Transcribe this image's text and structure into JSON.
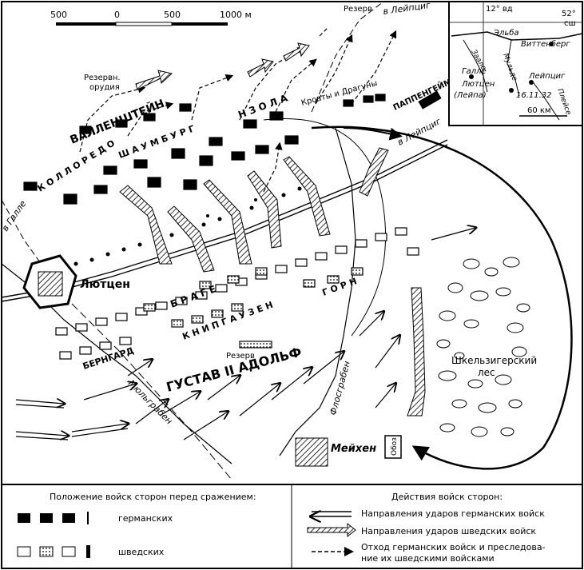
{
  "scale": {
    "ticks": [
      "500",
      "0",
      "500",
      "1000 м"
    ]
  },
  "places": {
    "lutzen": "Лютцен",
    "meichen": "Мейхен",
    "forest": "Шкельзигерский",
    "forest2": "лес",
    "obоz": "Обоз"
  },
  "roads": {
    "to_leipzig_top": "в  Лейпциг",
    "to_leipzig_right": "в Лейпциг",
    "to_halle": "в Галле"
  },
  "streams": {
    "muhlgraben": "Мюльграбен",
    "flossgraben": "Флосграбен"
  },
  "units": {
    "reserve_top": "Резерв",
    "reserve_guns_1": "Резервн.",
    "reserve_guns_2": "орудия",
    "wallenstein": "ВАЛЛЕНШТЕЙН",
    "piccolomini": "Н З О Л А",
    "kolloredo": "К О Л Л О Р Е Д О",
    "schaumburg": "Ш А У М Б У Р Г",
    "croats": "Кроаты  и  Драгуны",
    "pappenheim": "ПАППЕНГЕЙМ",
    "brage": "Б  Р  А  Г  Е",
    "horn": "Г О Р Н",
    "kniphausen": "К Н И П Г А У З Е Н",
    "reserve_swedes": "Резерв",
    "bernhard": "БЕРНГАРД",
    "gustav": "ГУСТАВ II  АДОЛЬФ"
  },
  "inset": {
    "meridian": "12° вд",
    "parallel_1": "52°",
    "parallel_2": "сш",
    "elbe": "Эльба",
    "wittenberg": "Виттенберг",
    "saale": "Заале",
    "mulde": "Мульде",
    "halle": "Галле",
    "lutzen": "Лютцен",
    "lutzen2": "(Лейпа)",
    "leipzig": "Лейпциг",
    "date": "16.11.32",
    "scale": "60 км",
    "pleisse": "Плейсе"
  },
  "legend": {
    "left_title": "Положение войск сторон перед сражением:",
    "german": "германских",
    "swedish": "шведских",
    "right_title": "Действия войск сторон:",
    "german_attacks": "Направления ударов германских войск",
    "swedish_attacks": "Направления ударов шведских войск",
    "retreat_1": "Отход германских войск и преследова-",
    "retreat_2": "ние их шведскими войсками"
  },
  "colors": {
    "ink": "#000000",
    "paper": "#ffffff"
  }
}
